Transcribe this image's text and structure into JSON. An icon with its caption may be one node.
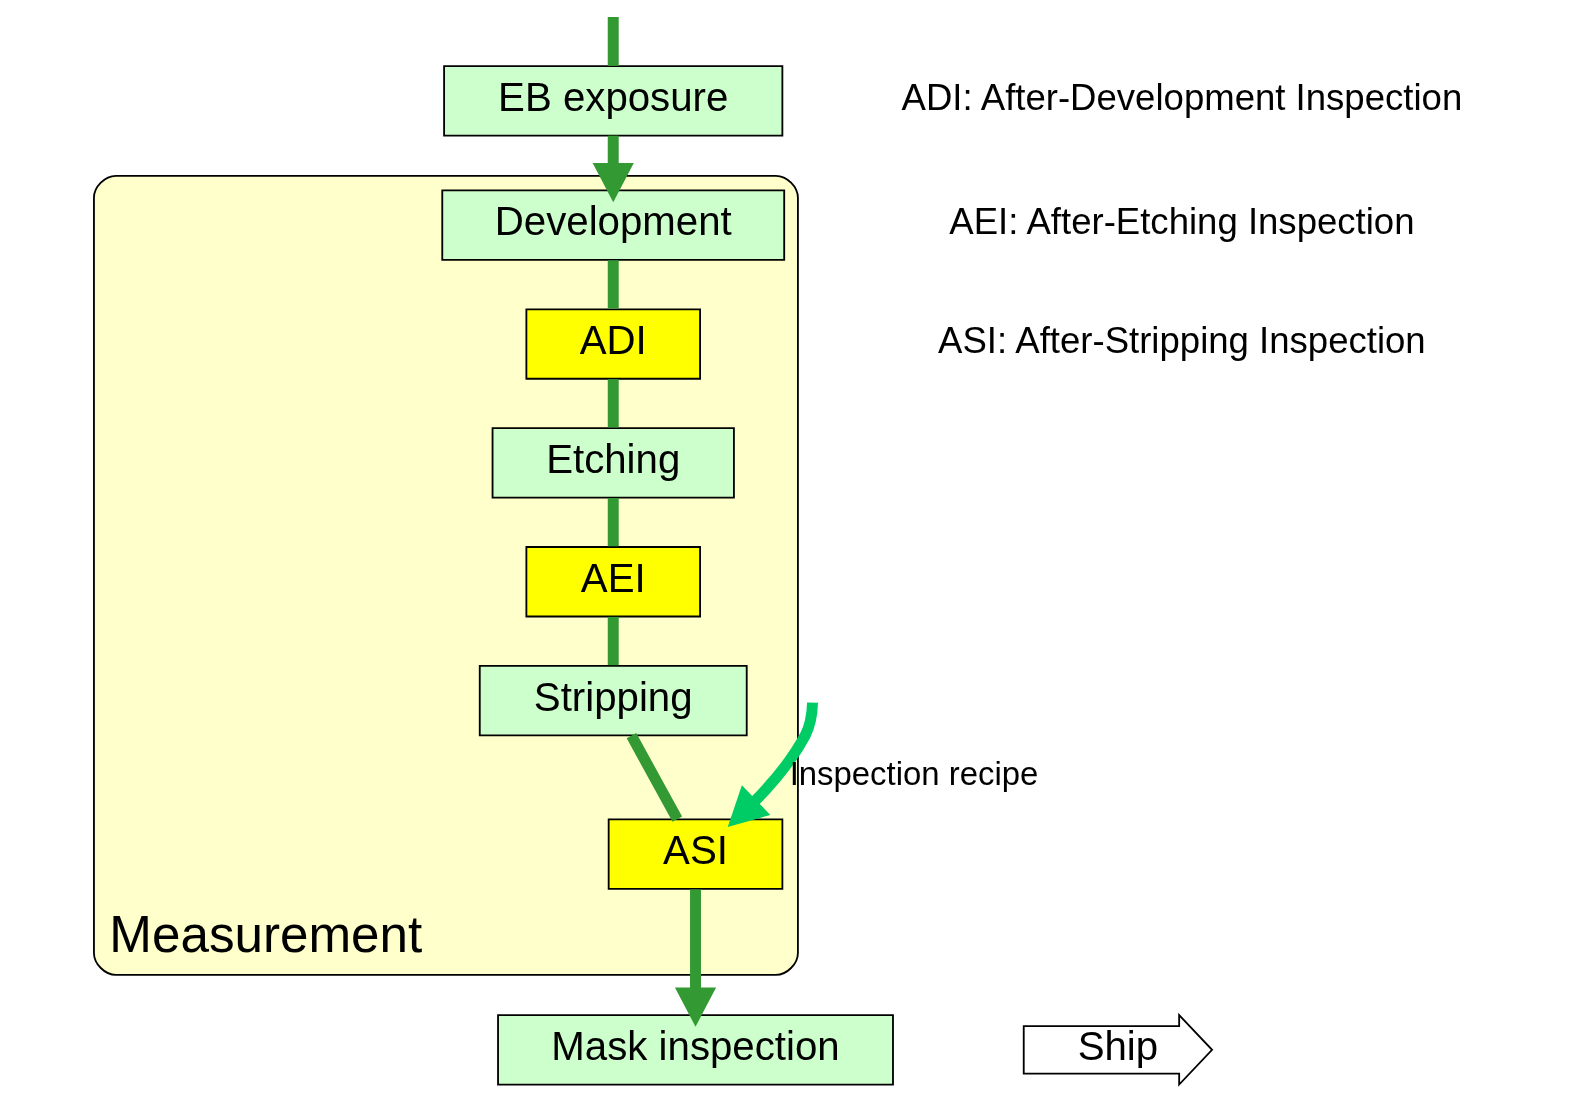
{
  "diagram": {
    "nodes": [
      {
        "text": [
          "Measurement"
        ]
      },
      {
        "text": [
          "EB exposure"
        ]
      },
      {
        "text": [
          "Development"
        ],
        "in": 0
      },
      {
        "text": [
          "ADI"
        ],
        "in": 0
      },
      {
        "text": [
          "Etching"
        ],
        "in": 0
      },
      {
        "text": [
          "AEI"
        ],
        "in": 0
      },
      {
        "text": [
          "Stripping"
        ],
        "in": 0
      },
      {
        "text": [
          "ASI"
        ],
        "in": 0
      },
      {
        "text": [
          "Mask inspection"
        ]
      },
      {
        "text": [
          "Ship"
        ]
      }
    ],
    "edges": [
      {
        "from": null,
        "to": 1,
        "arrow": "none"
      },
      {
        "from": 1,
        "to": 2,
        "arrow": "to"
      },
      {
        "from": 2,
        "to": 3,
        "arrow": "none"
      },
      {
        "from": 3,
        "to": 4,
        "arrow": "none"
      },
      {
        "from": 4,
        "to": 5,
        "arrow": "none"
      },
      {
        "from": 5,
        "to": 6,
        "arrow": "none"
      },
      {
        "from": 6,
        "to": 7,
        "arrow": "none"
      },
      {
        "from": 7,
        "to": 8,
        "arrow": "to"
      },
      {
        "from": null,
        "to": 7,
        "arrow": "to",
        "label": "Inspection recipe",
        "color": "#00cc66"
      }
    ],
    "labels": [
      "ADI: After-Development Inspection",
      "AEI: After-Etching Inspection",
      "ASI: After-Stripping Inspection"
    ]
  }
}
